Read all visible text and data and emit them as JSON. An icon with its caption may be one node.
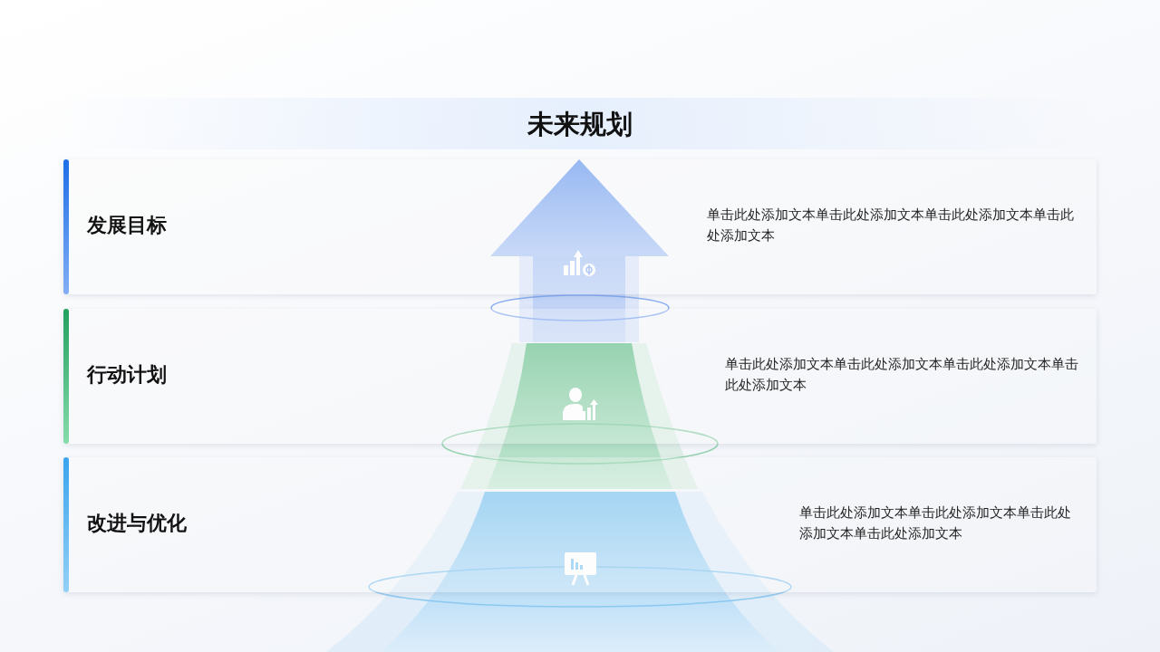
{
  "diagram": {
    "title": "未来规划",
    "nodes": [
      {
        "text": [
          "发展目标",
          "单击此处添加文本单击此处添加文本单击此处添加文本单击此处添加文本"
        ]
      },
      {
        "text": [
          "行动计划",
          "单击此处添加文本单击此处添加文本单击此处添加文本单击此处添加文本"
        ]
      },
      {
        "text": [
          "改进与优化",
          "单击此处添加文本单击此处添加文本单击此处添加文本单击此处添加文本"
        ]
      }
    ]
  }
}
